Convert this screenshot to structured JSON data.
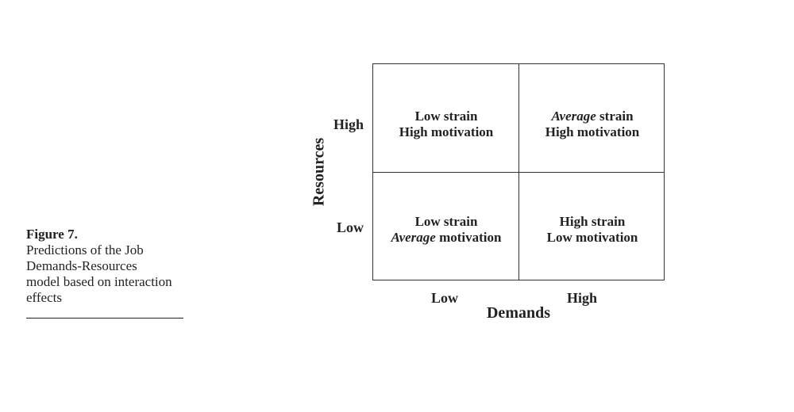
{
  "caption": {
    "title": "Figure 7.",
    "lines": [
      "Predictions of the Job",
      "Demands-Resources",
      "model based on interaction",
      "effects"
    ]
  },
  "axes": {
    "y_label": "Resources",
    "x_label": "Demands",
    "y_ticks": [
      "High",
      "Low"
    ],
    "x_ticks": [
      "Low",
      "High"
    ]
  },
  "cells": {
    "high_resources_low_demands": {
      "strain_emph": "",
      "strain_rest": "Low strain",
      "motivation_emph": "",
      "motivation_rest": "High motivation"
    },
    "high_resources_high_demands": {
      "strain_emph": "Average",
      "strain_rest": " strain",
      "motivation_emph": "",
      "motivation_rest": "High motivation"
    },
    "low_resources_low_demands": {
      "strain_emph": "",
      "strain_rest": "Low strain",
      "motivation_emph": "Average",
      "motivation_rest": " motivation"
    },
    "low_resources_high_demands": {
      "strain_emph": "",
      "strain_rest": "High strain",
      "motivation_emph": "",
      "motivation_rest": "Low motivation"
    }
  }
}
